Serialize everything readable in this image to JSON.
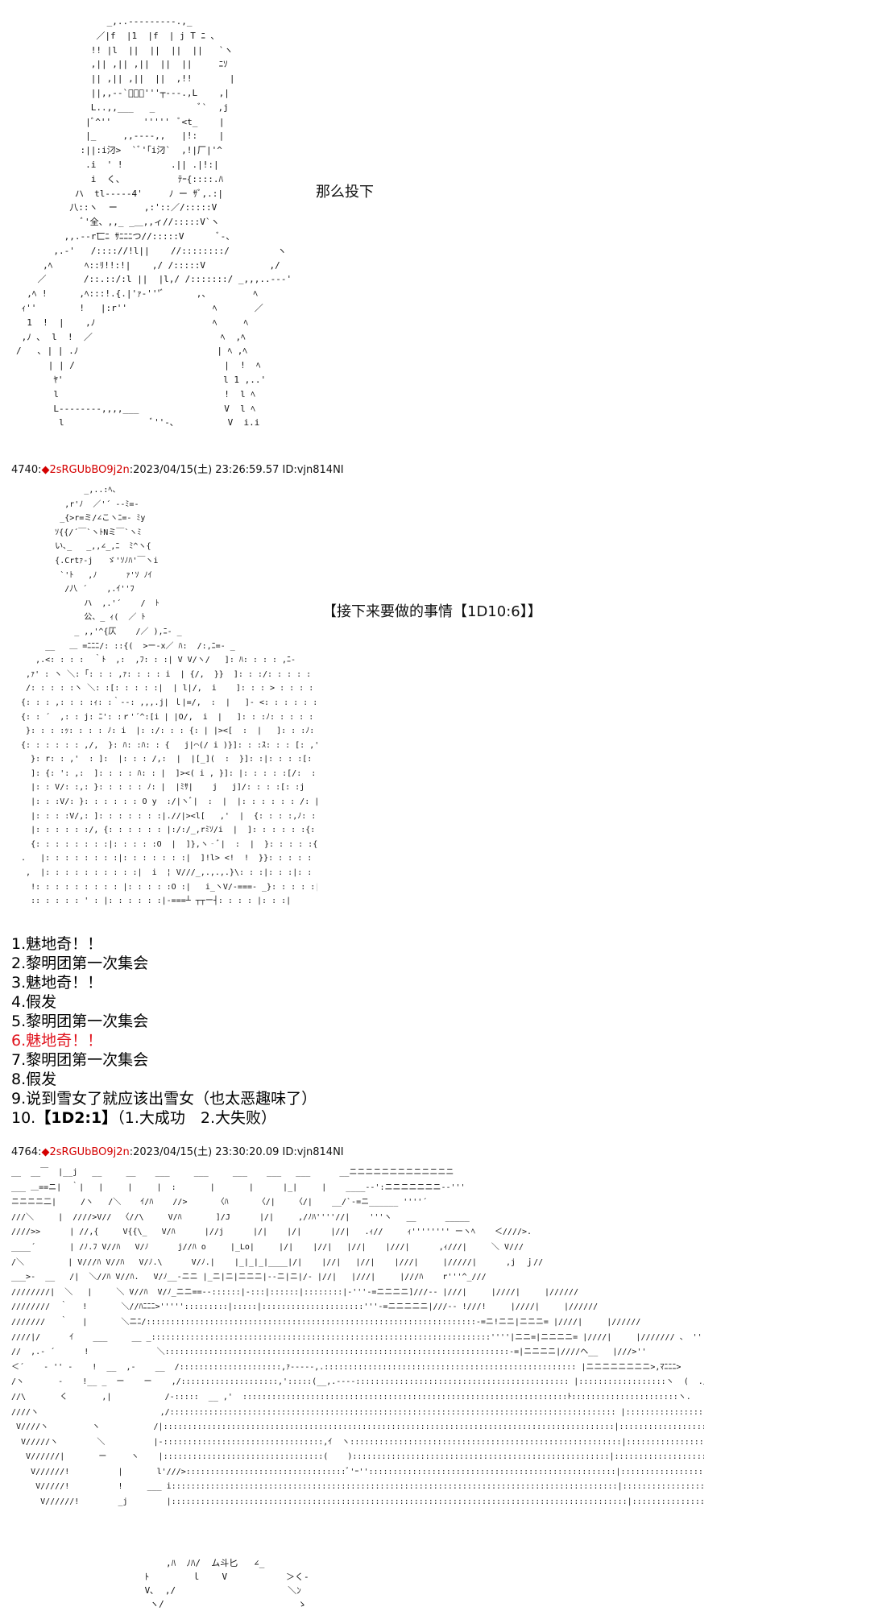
{
  "section1": {
    "caption": "那么投下",
    "art": "                 _,..-‐‐‐‐‐‐‐-.,_\n               ／|f  |1  |f  | j T ﾆ ､\n              !! |l  ||  ||  ||  ||   `ヽ\n              ,|| ,|| ,||  ||  ||     ﾆｿ\n              || ,|| ,||  ||  ,!!       |\n              ||,,--`ﾟ｡ﾟ'''┬‐‐-.,L    ,|\n              L..,,___   _        ﾞ`  ,j\n             |ﾞ^''      '''''  ﾞ<t_    |\n             |_     ,,-‐‐-,,   |!:    |\n            :||:i汈>  `ﾞ'｢i汈`  ,!|厂|'^\n             .i  ' !         .|| .|!:|\n              i  く、          ﾃｰ{::::.ﾊ\n           ハ  tl‐‐‐‐‐4'     ﾉ ー ｻﾞ,.:|\n          八::ヽ  ー     ,:'::／/:::::V\n            ﾞ'全、,,_ _＿,,ィ//:::::V`ヽ\n         ,,.-‐r匸ﾆ ｻﾆﾆﾆつ//:::::V      ﾞ‐、\n       ,.-'   /:::://!l||    //::::::::/         ヽ\n     ,ﾍ      ﾍ::ﾘ!!:!|    ,/ /:::::V            ,/\n    ／       /::.::/:l ||  |l,/ /:::::::/ _,,,..--‐'\n  ,ﾍ !      ,ﾍ:::!.{.|'ｧ‐'''ﾞ      ,、        ﾍ\n ｨ''        !   |:r''                ﾍ       ／\n  1  !  |    ,ﾉ                      ﾍ     ﾍ\n ,ﾉ ､  l  !  ／                        ﾍ  ,ﾍ\n/   ､ | | .ﾉ                          | ﾍ ,ﾍ\n      | | /                            |  !  ﾍ\n       ﾔ'                              l 1 ,..'\n       l                               !  l ﾍ\n       L‐‐‐‐‐‐‐-,,,,___                V  l ﾍ\n        l                ﾞ''‐､          V  i.i"
  },
  "post1": {
    "number": "4740",
    "trip": "◆2sRGUbBO9j2n",
    "datetime": ":2023/04/15(土) 23:26:59.57 ID:vjn814NI"
  },
  "section2": {
    "caption": "【接下来要做的事情【1D10:6】】",
    "art": "               _,..:ﾍ、\n           ,r'ﾉ  ／'´ ‐-ﾐ=‐\n          _{>r=ミ/∠こヽﾆ=- ﾐy\n         ｿ{{/´￣`ヽﾄNミ￣`ヽﾐ\n         い､_   _,,∠_,ﾆ  ﾐ^ヽ{\n         {.Crtｧ-j   ゞ'ｿﾉﾊ'￣ヽi\n          `'ﾄ   ,ﾉ      ｧ'ｿ ﾉｲ\n           /八 ´    ,.ｲ''ﾌ\n               ハ  ,.'´    /  ﾄ\n               公、_ ｨ(  ／ ﾄ\n             _ ,,'^{仄    /／ ),ﾆ- _\n       __   ＿ =ﾆﾆﾆ/: ::{(  >ー‐x／ ﾊ:  /:,ﾆ=‐ _\n     ,.<: : : :  ｀ﾄ  ,:  ,ﾌ: : :| V V/ヽ/   ]: ﾊ: : : : ,ﾆ-\n   ,ｧ' : ヽ ＼: ｢: : : ,ｧ: : : : i  | {/,  }}  ]: : :/: : : : : : :}/,\n   /: : : : :ヽ ＼: :[: : : : :|  | l|/,  i    ]: : : > : : : : : }:/,\n  {: : : ,: : : :ｨ: :｀‐-: ,,,.j| ｌ|=/,  :  |   ]- <: : : : : : : 八|\n  {: : ´  ,: : j: ﾆ': :ｒ'´^:[i | |O/,  i  |   ]: : :ﾉ: : : : : :[: : :j\n   }: : : :ｯ: : : : ﾉ: i  |: :/: : : {: | |><[  :  |   ]: : :ﾉ: : : : : :[: :/|\n  {: : : : : : ,/,  }: ﾊ: :ﾊ: : {   j|⌒(/ i )}]: : :ｽ: : : [: ,'\n    }: r: : ,'  : ]:  |: : : /,:  |  |[_](  :  }]: :|: : : :[: ,'  {\n    ]: {: ': ,:  ]: : : : ﾊ: : |  ]><( i , }]: |: : : : :[/:  :\n    |: : V/: :,: }: : : : : ﾉ: |  |ﾐｻ|    j   j]/: : : :[: :j\n    |: : :V/: }: : : : : : O y  :/|ヽﾞ|  :  |  |: : : : : : /: |\n    |: : : :V/,: ]: : : : : : :|.//|><l[   ,'  |  {: : : :,ﾉ: : : :\n    |: : : : : :/, {: : : : : : |:/:/_,rﾐｿ/i  |  ]: : : : : :{: : |:\n    {: : : : : : : :|: : : : :O  |  ]},ヽ‐ﾞ|  :  |  }: : : : :{: : : :;\n  .   |: : : : : : : :|: : : : : : :|  ]!l> <!  !  }}: : : : : :}: : |\n   ,  |: : : : : : : : : :|  i  ¦ V///_,.,.,.}\\: : :|: : :|: : : |\n    !: : : : : : : : : |: : : : :O :|   i_ヽV/‐===‐ _}: : : : :|: : :|\n    :: : : : : ' : |: : : : : :|‐===┴ ┬┬ー┤: : : : |: : :|"
  },
  "list": {
    "items": [
      {
        "text": "1.魅地奇！！",
        "highlight": false
      },
      {
        "text": "2.黎明团第一次集会",
        "highlight": false
      },
      {
        "text": "3.魅地奇！！",
        "highlight": false
      },
      {
        "text": "4.假发",
        "highlight": false
      },
      {
        "text": "5.黎明团第一次集会",
        "highlight": false
      },
      {
        "text": "6.魅地奇！！",
        "highlight": true
      },
      {
        "text": "7.黎明团第一次集会",
        "highlight": false
      },
      {
        "text": "8.假发",
        "highlight": false
      },
      {
        "text": "9.说到雪女了就应该出雪女（也太恶趣味了）",
        "highlight": false
      }
    ],
    "last_prefix": "10.",
    "last_bold": "【1D2:1】",
    "last_suffix": "（1.大成功　2.大失败）"
  },
  "post2": {
    "number": "4764",
    "trip": "◆2sRGUbBO9j2n",
    "datetime": ":2023/04/15(土) 23:30:20.09 ID:vjn814NI"
  },
  "section3": {
    "art": "__  __￣  |__j   __     __    ___     ___     ___    ___   ___      __ニニニニニニニニニニニニニ\n___ ＿==ニ|  ｀|   |     |     |  :       |       |      |_|     |    ____-‐':ニニニニニニニ-‐'''\nニニニニ二|     /ヽ   /＼    ｲ/ﾊ    //>      〈ﾊ      〈/|    〈/|    __/`‐=ニ______ ''''´\n///＼     |  ////>V//  〈//\\     V/ﾊ       ]/J      |/|     ,/ﾉﾊ''''//|    '''ヽ   __      _____\n////>>      | //,{     V{{\\_   V/ﾊ      |//j      |/|    |/|      |//|   .ｨ//     ｨ'''''''' ーヽﾍ    ＜////>.\n____´       | /ﾉ.ﾌ V//ﾊ   V/ﾉ      j//ﾊ o     |_Lo|     |/|    |//|   |//|    |///|      ,ｨ///|     ＼ V///\n/＼         | V///ﾊ V//ﾊ   V/ﾉ.\\      V/ﾉ.|    |_|_|_|____|/|    |//|   |//|    |///|     |/////|      ,j  ｊ//\n___>-  __   /|  ＼//ﾊ V//ﾊ.   V/ﾉ__-ニニ |_ニ|ニ|ニニニ|‐‐ニ|ニ|/‐ |//|   |///|     |///ﾊ    r'''^_///\n////////|  ＼   |     ＼ V//ﾊ  V/ﾉ_ニニ==‐-::::::|-:::|::::::|::::::::|‐'''-=ニニニニ]///‐- |///|     |////|     |//////\n////////  ｀   !       ＼//ﾊﾆﾆﾆ>''''':::::::::|:::::|:::::::::::::::::::::'''-=ニニニニニ|///‐‐ !///!     |////|     |//////\n///////   ｀   |       ＼ニﾆ/::::::::::::::::::::::::::::::::::::::::::::::::::::::::::::::::::::-=ニ!ニニ|ニニニ= |////|     |//////\n////|/      ｲ    ___     __ _::::::::::::::::::::::::::::::::::::::::::::::::::::::::::::::::::::::''''|ニニ=|ニニニニ= |////|     |/////// 、 ''\n//  ,.- ´      !              ＼:::::::::::::::::::::::::::::::::::::::::::::::::::::::::::::::::::::::-=|ニニニニ|////ヘ__   |///>''\n＜´    - '' -    !  __  ,-    __  /:::::::::::::::::::::,ｧ‐‐‐‐-,.:::::::::::::::::::::::::::::::::::::::::::::::::::: |ニニニニニニニニ>,ﾏﾆﾆﾆ>\n/ヽ       -    !__ _  ー    ー    ,/::::::::::::::::::::,':::::(__,.-‐‐‐:::::::::::::::::::::::::::::::::::::::::::: |::::::::::::::::::ヽ  (  ./ﾆﾆ/.\n//\\       く       ,|           /‐:::::  __ ,'  :::::::::::::::::::::::::::::::::::::::::::::::::::::::::::::::::::ﾄ::::::::::::::::::::::ヽ.   ニﾆ/\n////ヽ                         ,/:::::::::::::::::::::::::::::::::::::::::::::::::::::::::::::::::::::::::::::::::::::::::::: |::::::::::::::::::::::::ﾄ.ﾆﾆﾆ!    ＼\n V////ヽ         ヽ           /|:::::::::::::::::::::::::::::::::::::::::::::::::::::::::::::::::::::::::::::::::::::::::::::|::::::::::::::::::::::::.|ニニ|      ＼\n  V/////ヽ        ＼          |‐:::::::::::::::::::::::::::::::::,ｲ  ヽ::::::::::::::::::::::::::::::::::::::::::::::::::::::::|::::::::::::::::::::::::::｀ﾆﾆ!        ＼\n   V//////|       ー     ヽ    |:::::::::::::::::::::::::::::::::(    ):::::::::::::::::::::::::::::::::::::::::::::::::::::|:::::::::::::::::::::::::::::|           ＼\n    V//////!          |       l'///>:::::::::::::::::::::::::::::::::ﾞ'ｰ'':::::::::::::::::::::::::::::::::::::::::::::::::::|:::::::::::::::::::::::::::::|             ＼\n     V/////!          !     ___ i::::::::::::::::::::::::::::::::::::::::::::::::::::::::::::::::::::::::::::::::::::::::::::|::::::::::::::::::::::::::::|\n      V//////!        _j        |::::::::::::::::::::::::::::::::::::::::::::::::::::::::::::::::::::::::::::::::::::::::::::::|:::::::::::::::::::::::::::|"
  },
  "section4": {
    "art": "                             ,ﾊ  ﾉﾊ/  ム斗匕   ∠_\n                         ﾄ        ｌ    V           ＞く-\n                         V､  ,/                     ＼ﾝ\n                          ヽ/                         ゝ"
  }
}
